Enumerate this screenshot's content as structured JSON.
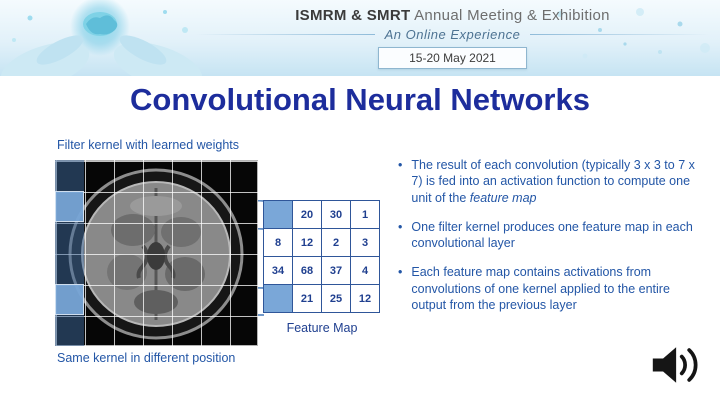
{
  "header": {
    "brand_bold": "ISMRM & SMRT",
    "brand_rest": " Annual Meeting & Exhibition",
    "subtitle": "An Online Experience",
    "date": "15-20 May 2021"
  },
  "slide": {
    "title": "Convolutional Neural Networks",
    "filter_label": "Filter kernel with learned weights",
    "position_label": "Same kernel in different position",
    "feature_map_caption": "Feature Map",
    "bullets": [
      {
        "text": "The result of each convolution (typically 3 x 3 to 7 x 7) is fed into an activation function to compute one unit of the ",
        "italic": "feature map"
      },
      {
        "text": "One filter kernel produces one feature map in each convolutional layer",
        "italic": ""
      },
      {
        "text": "Each feature map contains activations from convolutions of one kernel applied to the entire output from the previous layer",
        "italic": ""
      }
    ]
  },
  "feature_map": {
    "rows": [
      [
        "",
        "20",
        "30",
        "1"
      ],
      [
        "8",
        "12",
        "2",
        "3"
      ],
      [
        "34",
        "68",
        "37",
        "4"
      ],
      [
        "",
        "21",
        "25",
        "12"
      ]
    ],
    "highlight_cells": [
      [
        0,
        0
      ],
      [
        3,
        0
      ]
    ]
  },
  "icons": {
    "speaker": "speaker-audio-icon"
  },
  "colors": {
    "title_blue": "#1d2d9c",
    "text_blue": "#2356a6",
    "table_blue": "#2f5699",
    "highlight_blue": "#7aa7d8",
    "line_blue": "#4c7fbc"
  }
}
